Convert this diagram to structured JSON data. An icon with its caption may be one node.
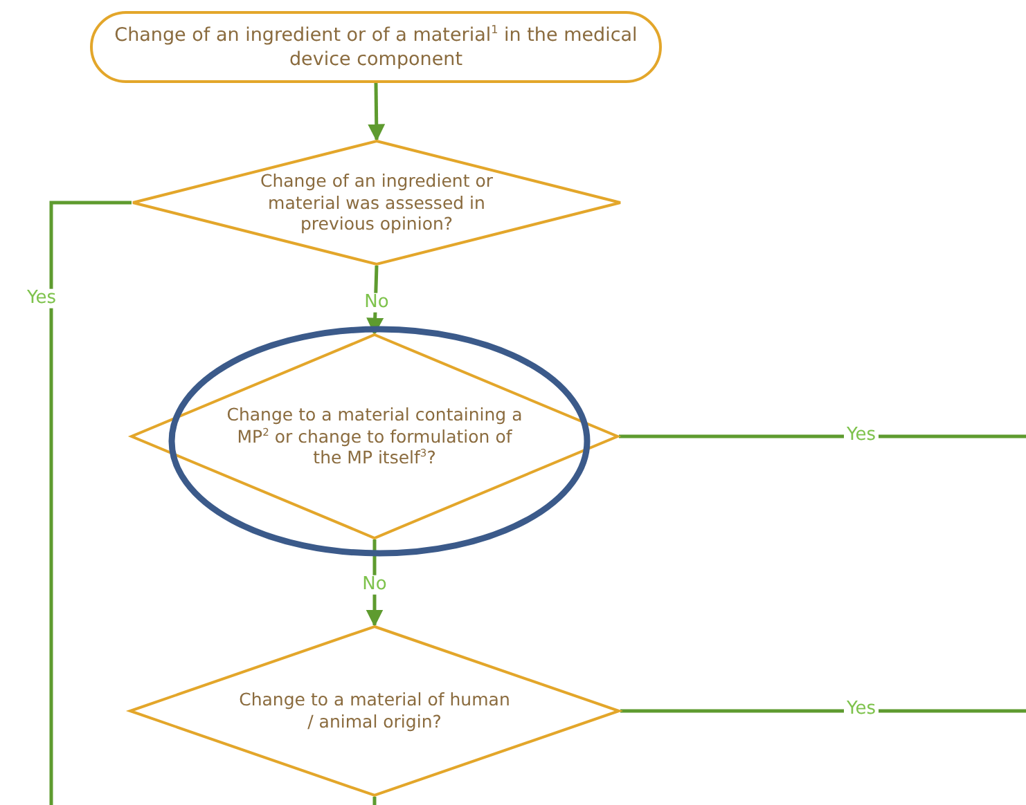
{
  "diagram": {
    "nodes": [
      {
        "text": [
          "Change of an ingredient or of a material$^{1}$ in the medical device component"
        ]
      },
      {
        "text": [
          "Change of an ingredient or material was assessed in previous opinion?"
        ]
      },
      {
        "text": [
          "Change to a material containing a MP$^{2}$ or change to formulation of the MP itself$^{3}$?"
        ]
      },
      {
        "text": [
          "Change to a material of human / animal origin?"
        ]
      }
    ],
    "edges": [
      {
        "from": 0,
        "to": 1,
        "arrow": "to"
      },
      {
        "from": 1,
        "to": 2,
        "arrow": "to",
        "label": "No"
      },
      {
        "from": 2,
        "to": 3,
        "arrow": "to",
        "label": "No"
      },
      {
        "from": 1,
        "to": null,
        "arrow": "none",
        "label": "Yes"
      },
      {
        "from": 2,
        "to": null,
        "arrow": "none",
        "label": "Yes"
      },
      {
        "from": 3,
        "to": null,
        "arrow": "none",
        "label": "Yes"
      },
      {
        "from": 3,
        "to": null,
        "arrow": "none"
      }
    ]
  }
}
